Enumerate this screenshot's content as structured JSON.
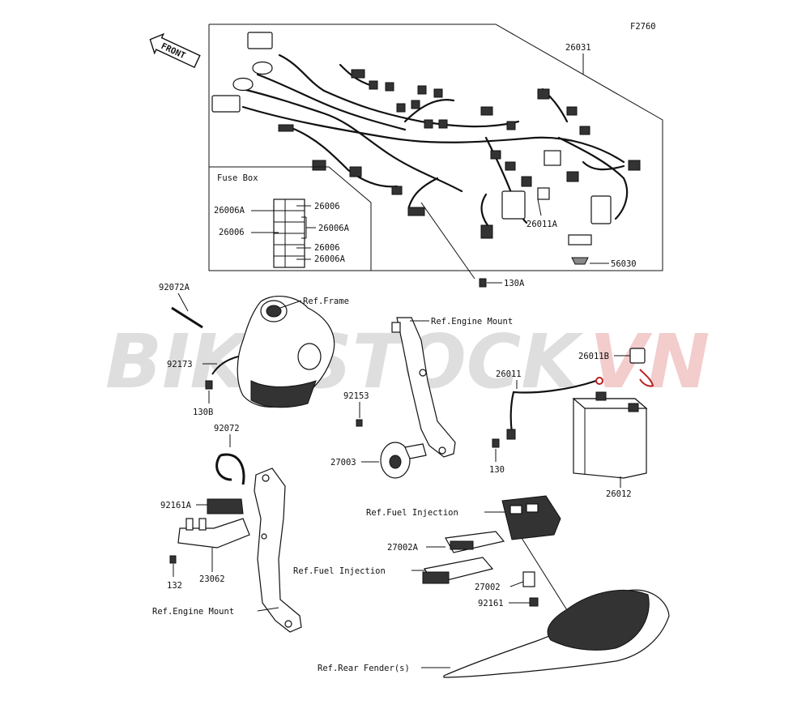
{
  "figure_code": "F2760",
  "front_label": "FRONT",
  "watermark": {
    "part1": "BIKESTOCK",
    "part2": "VN",
    "color1": "#d9d9d9",
    "color2": "#f2c4c4"
  },
  "fuse_box": {
    "title": "Fuse Box",
    "left_labels": [
      "26006A",
      "26006"
    ],
    "right_labels": [
      "26006",
      "26006A",
      "26006",
      "26006A"
    ]
  },
  "parts": {
    "harness": "26031",
    "harness_relay": "26011A",
    "cover": "56030",
    "bolt_130A": "130A",
    "band_92072A": "92072A",
    "ref_frame": "Ref.Frame",
    "ref_engine_mount_upper": "Ref.Engine Mount",
    "clamp_92173": "92173",
    "bolt_130B": "130B",
    "band_92072": "92072",
    "nut_92153": "92153",
    "horn": "27003",
    "relay_26011B": "26011B",
    "cable_26011": "26011",
    "bolt_130": "130",
    "battery": "26012",
    "pad_92161A": "92161A",
    "bolt_132": "132",
    "bracket_23062": "23062",
    "ref_engine_mount_lower": "Ref.Engine Mount",
    "ref_fuel_injection_1": "Ref.Fuel Injection",
    "module_27002A": "27002A",
    "ref_fuel_injection_2": "Ref.Fuel Injection",
    "module_27002": "27002",
    "pad_92161": "92161",
    "ref_rear_fender": "Ref.Rear Fender(s)"
  }
}
